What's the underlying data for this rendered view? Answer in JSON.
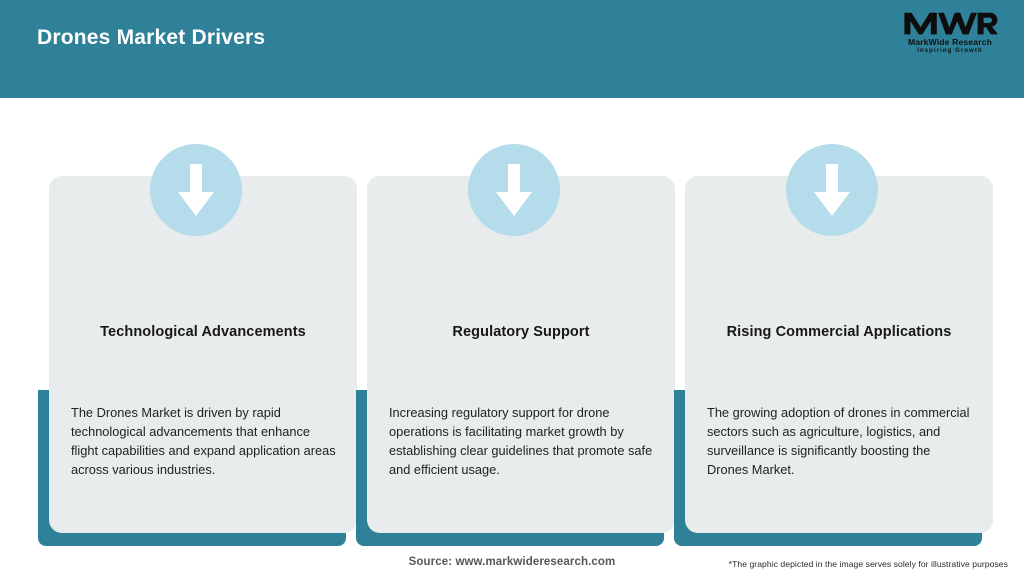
{
  "header": {
    "title": "Drones Market Drivers",
    "bg_color": "#2e8198",
    "title_color": "#ffffff"
  },
  "logo": {
    "mark": "MWR",
    "name": "MarkWide Research",
    "tagline": "Inspiring Growth",
    "icon": "mwr-logo-icon"
  },
  "theme": {
    "teal": "#2e8198",
    "panel": "#e8ecec",
    "circle": "#b4dcea",
    "arrow": "#ffffff"
  },
  "cards": [
    {
      "icon": "arrow-down-icon",
      "title": "Technological Advancements",
      "body": "The Drones Market is driven by rapid technological advancements that enhance flight capabilities and expand application areas across various industries."
    },
    {
      "icon": "arrow-down-icon",
      "title": "Regulatory Support",
      "body": "Increasing regulatory support for drone operations is facilitating market growth by establishing clear guidelines that promote safe and efficient usage."
    },
    {
      "icon": "arrow-down-icon",
      "title": "Rising Commercial Applications",
      "body": "The growing adoption of drones in commercial sectors such as agriculture, logistics, and surveillance is significantly boosting the Drones Market."
    }
  ],
  "footer": {
    "source": "Source: www.markwideresearch.com",
    "note": "*The graphic depicted in the image serves solely for illustrative purposes"
  }
}
